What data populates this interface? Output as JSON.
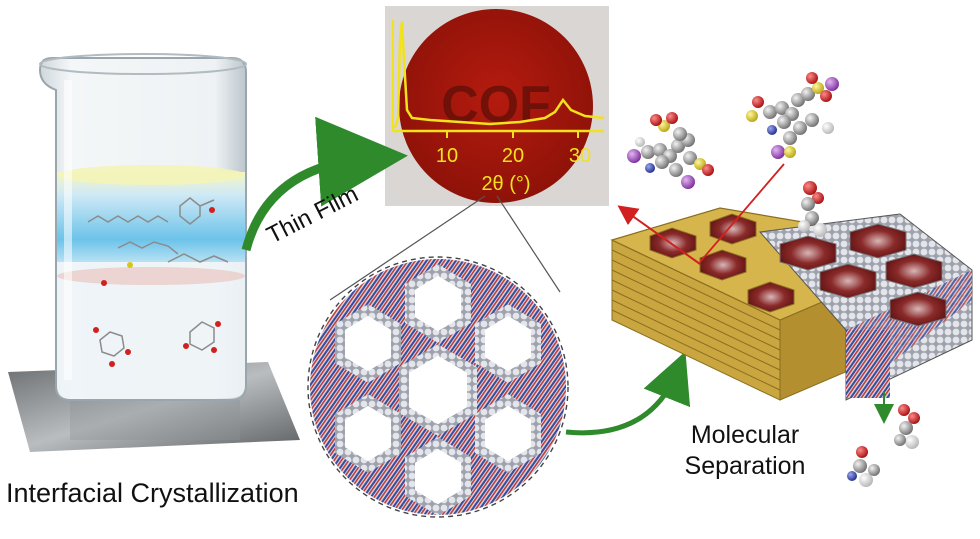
{
  "labels": {
    "interfacial": "Interfacial Crystallization",
    "thin_film": "Thin Film",
    "molecular_line1": "Molecular",
    "molecular_line2": "Separation"
  },
  "film": {
    "stamp_text": "COF",
    "tick_labels": [
      "10",
      "20",
      "30"
    ],
    "axis_label": "2θ (°)"
  },
  "colors": {
    "film_red": "#a9170c",
    "xrd_yellow": "#f2e21c",
    "arrow_green": "#2f8a2c",
    "cof_gold": "#d6b54c",
    "pore_maroon": "#7a1a1a",
    "molecule_gray": "#8a8a8a",
    "oxygen_red": "#d21f1f",
    "sulfur_yellow": "#e6d21c",
    "nitrogen_blue": "#3344aa",
    "sodium_purple": "#a64fc9"
  }
}
